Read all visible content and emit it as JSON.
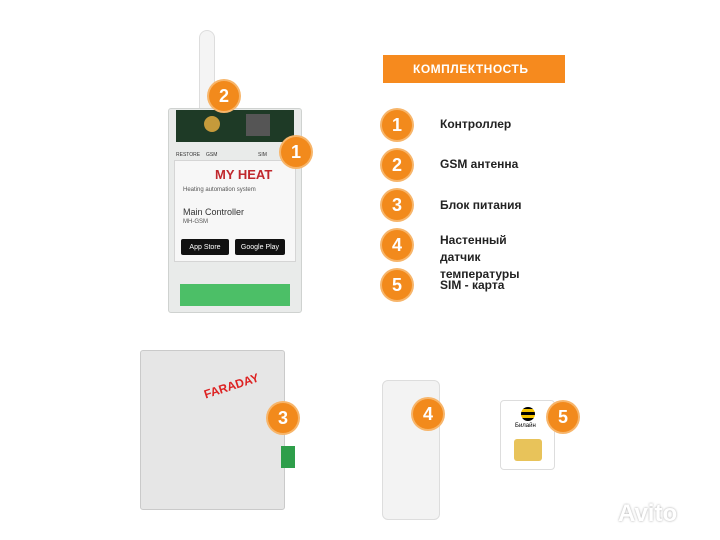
{
  "header": {
    "title": "КОМПЛЕКТНОСТЬ",
    "accent": "#f68a1e"
  },
  "items": [
    {
      "number": "1",
      "label": "Контроллер"
    },
    {
      "number": "2",
      "label": "GSM антенна"
    },
    {
      "number": "3",
      "label": "Блок питания"
    },
    {
      "number": "4",
      "label": "Настенный датчик температуры"
    },
    {
      "number": "5",
      "label": "SIM - карта"
    }
  ],
  "controller": {
    "brand": "MY HEAT",
    "tagline": "Heating automation system",
    "title": "Main Controller",
    "model": "MH-GSM",
    "labels": [
      "RESTORE",
      "GSM",
      "SIM"
    ],
    "app_store": "App Store",
    "google_play": "Google Play"
  },
  "power_supply": {
    "brand": "FARADAY"
  },
  "sim": {
    "operator": "Билайн"
  },
  "watermark": "Avito"
}
